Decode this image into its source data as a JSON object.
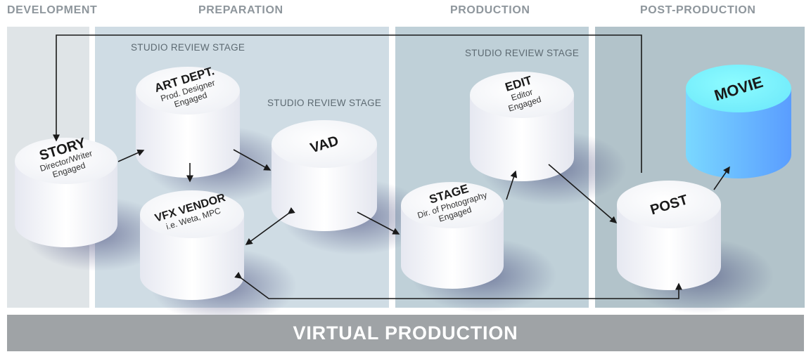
{
  "phases": [
    {
      "label": "DEVELOPMENT"
    },
    {
      "label": "PREPARATION"
    },
    {
      "label": "PRODUCTION"
    },
    {
      "label": "POST-PRODUCTION"
    }
  ],
  "review_labels": [
    "STUDIO REVIEW STAGE",
    "STUDIO REVIEW STAGE",
    "STUDIO REVIEW STAGE"
  ],
  "nodes": {
    "story": {
      "title": "STORY",
      "lines": [
        "Director/Writer",
        "Engaged"
      ]
    },
    "art_dept": {
      "title": "ART DEPT.",
      "lines": [
        "Prod. Designer",
        "Engaged"
      ]
    },
    "vfx_vendor": {
      "title": "VFX VENDOR",
      "lines": [
        "i.e. Weta, MPC"
      ]
    },
    "vad": {
      "title": "VAD",
      "lines": []
    },
    "stage": {
      "title": "STAGE",
      "lines": [
        "Dir. of Photography",
        "Engaged"
      ]
    },
    "edit": {
      "title": "EDIT",
      "lines": [
        "Editor",
        "Engaged"
      ]
    },
    "post": {
      "title": "POST",
      "lines": []
    },
    "movie": {
      "title": "MOVIE",
      "lines": []
    }
  },
  "footer": {
    "label": "VIRTUAL PRODUCTION"
  },
  "colors": {
    "movie_top": "#7ef6ff",
    "movie_side": "#5ab0ff",
    "node": "#ffffff",
    "shadow": "#3b3f73"
  }
}
